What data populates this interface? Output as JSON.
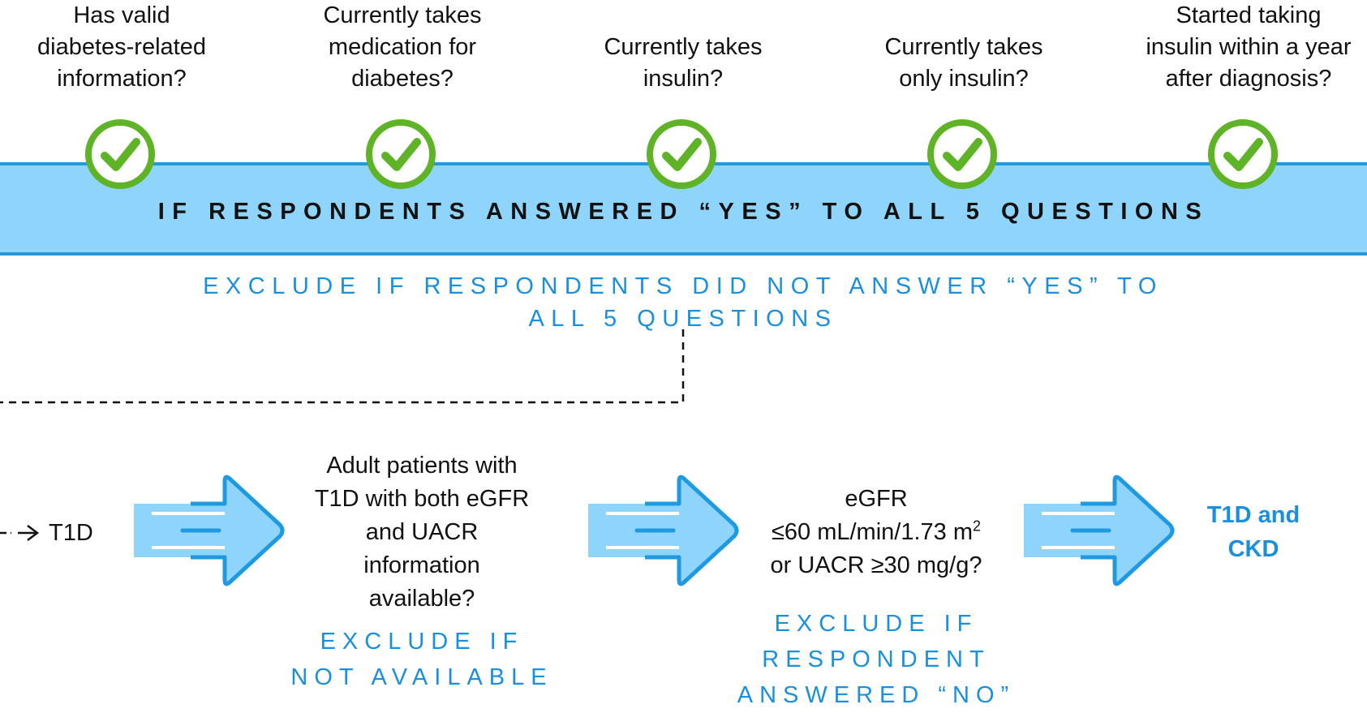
{
  "questions": [
    "Has valid diabetes-related information?",
    "Currently takes medication for diabetes?",
    "Currently takes insulin?",
    "Currently takes only insulin?",
    "Started taking insulin within a year after diagnosis?"
  ],
  "question_lines": [
    [
      "Has valid",
      "diabetes-related",
      "information?"
    ],
    [
      "Currently takes",
      "medication for",
      "diabetes?"
    ],
    [
      "",
      "Currently takes",
      "insulin?"
    ],
    [
      "",
      "Currently takes",
      "only insulin?"
    ],
    [
      "Started taking",
      "insulin within a year",
      "after diagnosis?"
    ]
  ],
  "banner": {
    "text": "IF RESPONDENTS ANSWERED “YES” TO ALL 5 QUESTIONS"
  },
  "exclude_main": {
    "line1": "EXCLUDE IF RESPONDENTS DID NOT ANSWER “YES” TO",
    "line2": "ALL 5 QUESTIONS"
  },
  "flow": {
    "start_label": "T1D",
    "step1": {
      "lines": [
        "Adult patients with",
        "T1D with both eGFR",
        "and UACR",
        "information",
        "available?"
      ],
      "exclude": [
        "EXCLUDE IF",
        "NOT AVAILABLE"
      ]
    },
    "step2": {
      "line1": "eGFR",
      "line2_prefix": "≤60 mL/min/1.73 m",
      "line2_sup": "2",
      "line3": "or UACR ≥30 mg/g?",
      "exclude": [
        "EXCLUDE IF",
        "RESPONDENT",
        "ANSWERED “NO”"
      ]
    },
    "result": [
      "T1D and",
      "CKD"
    ]
  },
  "colors": {
    "check_green": "#5fb327",
    "banner_fill": "#8fd4fb",
    "banner_border": "#1f9ae0",
    "accent_blue": "#1a8fdc",
    "arrow_fill": "#8fd4fb",
    "arrow_stroke": "#1f9ae0"
  }
}
